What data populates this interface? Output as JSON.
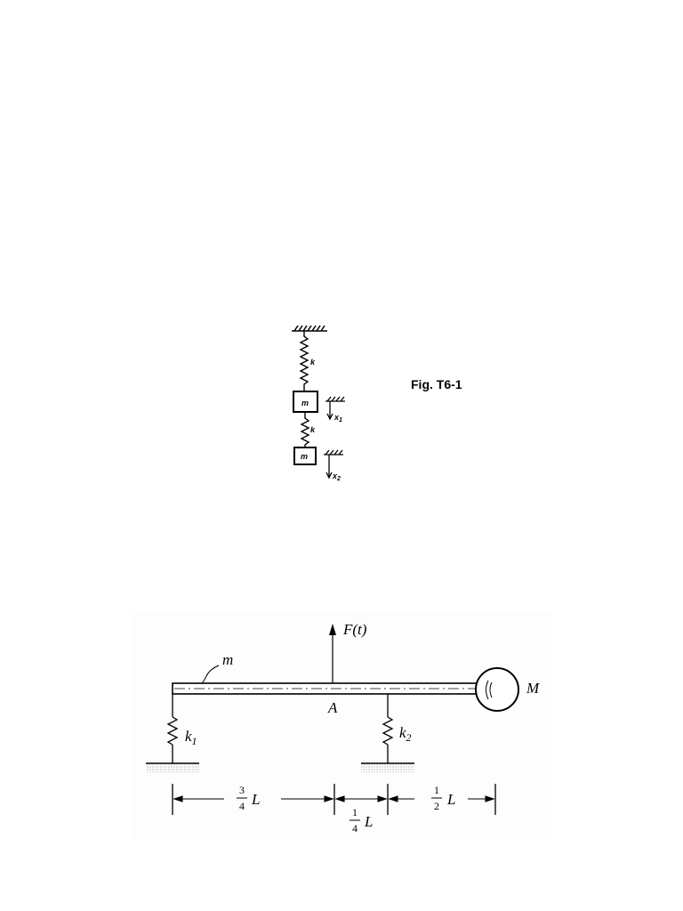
{
  "figure1": {
    "caption": "Fig. T6-1",
    "mass_upper": "m",
    "mass_lower": "m",
    "spring_upper": "k",
    "spring_lower": "k",
    "disp1": "x",
    "disp1_sub": "1",
    "disp2": "x",
    "disp2_sub": "2"
  },
  "figure2": {
    "force": "F(t)",
    "rod_mass": "m",
    "end_mass": "M",
    "point": "A",
    "spring1": "k",
    "spring1_sub": "1",
    "spring2": "k",
    "spring2_sub": "2",
    "dim1_num": "3",
    "dim1_den": "4",
    "dim2_num": "1",
    "dim2_den": "4",
    "dim3_num": "1",
    "dim3_den": "2",
    "length": "L"
  }
}
